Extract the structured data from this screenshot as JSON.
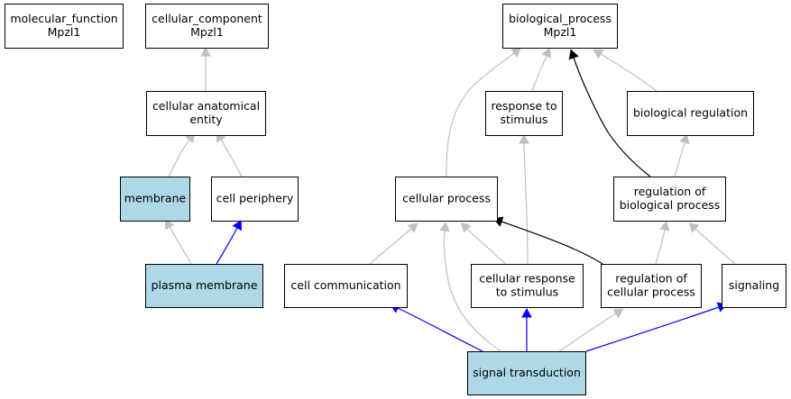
{
  "colors": {
    "node_fill": "#ffffff",
    "annotated_fill": "#add8e6",
    "border": "#000000",
    "edge_gray": "#c0c0c0",
    "edge_black": "#000000",
    "edge_blue": "#0000ff"
  },
  "nodes": [
    {
      "id": "mf",
      "lines": [
        "molecular_function",
        "Mpzl1"
      ],
      "annotated": false
    },
    {
      "id": "cc",
      "lines": [
        "cellular_component",
        "Mpzl1"
      ],
      "annotated": false
    },
    {
      "id": "bp",
      "lines": [
        "biological_process",
        "Mpzl1"
      ],
      "annotated": false
    },
    {
      "id": "cae",
      "lines": [
        "cellular anatomical",
        "entity"
      ],
      "annotated": false
    },
    {
      "id": "rts",
      "lines": [
        "response to",
        "stimulus"
      ],
      "annotated": false
    },
    {
      "id": "breg",
      "lines": [
        "biological regulation"
      ],
      "annotated": false
    },
    {
      "id": "mem",
      "lines": [
        "membrane"
      ],
      "annotated": true
    },
    {
      "id": "cper",
      "lines": [
        "cell periphery"
      ],
      "annotated": false
    },
    {
      "id": "cproc",
      "lines": [
        "cellular process"
      ],
      "annotated": false
    },
    {
      "id": "rbp",
      "lines": [
        "regulation of",
        "biological process"
      ],
      "annotated": false
    },
    {
      "id": "pm",
      "lines": [
        "plasma membrane"
      ],
      "annotated": true
    },
    {
      "id": "ccom",
      "lines": [
        "cell communication"
      ],
      "annotated": false
    },
    {
      "id": "crs",
      "lines": [
        "cellular response",
        "to stimulus"
      ],
      "annotated": false
    },
    {
      "id": "rcp",
      "lines": [
        "regulation of",
        "cellular process"
      ],
      "annotated": false
    },
    {
      "id": "sig",
      "lines": [
        "signaling"
      ],
      "annotated": false
    },
    {
      "id": "st",
      "lines": [
        "signal transduction"
      ],
      "annotated": true
    }
  ],
  "edges": [
    {
      "from": "cae",
      "to": "cc",
      "color": "gray"
    },
    {
      "from": "mem",
      "to": "cae",
      "color": "gray"
    },
    {
      "from": "cper",
      "to": "cae",
      "color": "gray"
    },
    {
      "from": "pm",
      "to": "mem",
      "color": "gray"
    },
    {
      "from": "pm",
      "to": "cper",
      "color": "blue"
    },
    {
      "from": "rts",
      "to": "bp",
      "color": "gray"
    },
    {
      "from": "breg",
      "to": "bp",
      "color": "gray"
    },
    {
      "from": "cproc",
      "to": "bp",
      "color": "gray"
    },
    {
      "from": "rbp",
      "to": "bp",
      "color": "black"
    },
    {
      "from": "rbp",
      "to": "breg",
      "color": "gray"
    },
    {
      "from": "crs",
      "to": "rts",
      "color": "gray"
    },
    {
      "from": "ccom",
      "to": "cproc",
      "color": "gray"
    },
    {
      "from": "crs",
      "to": "cproc",
      "color": "gray"
    },
    {
      "from": "rcp",
      "to": "cproc",
      "color": "black"
    },
    {
      "from": "st",
      "to": "cproc",
      "color": "gray"
    },
    {
      "from": "rcp",
      "to": "rbp",
      "color": "gray"
    },
    {
      "from": "sig",
      "to": "rbp",
      "color": "gray"
    },
    {
      "from": "st",
      "to": "ccom",
      "color": "blue"
    },
    {
      "from": "st",
      "to": "crs",
      "color": "blue"
    },
    {
      "from": "st",
      "to": "rcp",
      "color": "gray"
    },
    {
      "from": "st",
      "to": "sig",
      "color": "blue"
    }
  ]
}
